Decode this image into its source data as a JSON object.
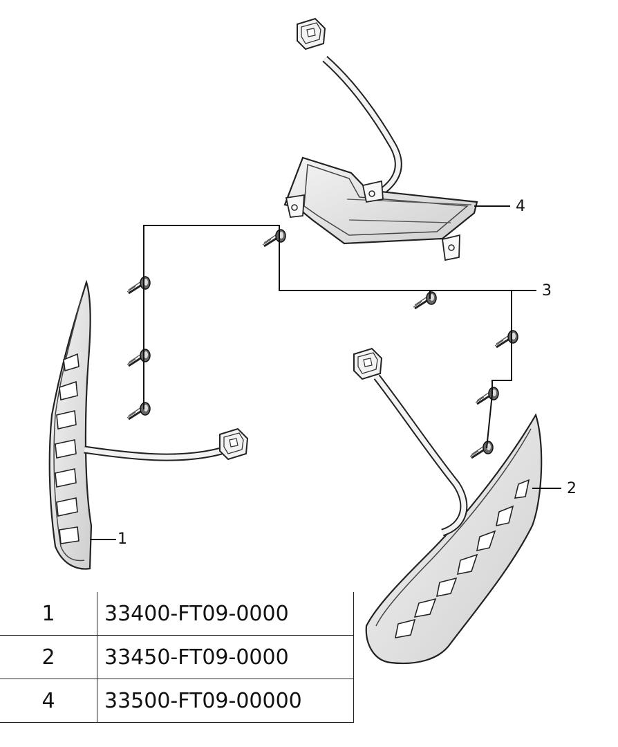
{
  "callouts": [
    "1",
    "2",
    "3",
    "4"
  ],
  "parts": [
    {
      "num": "1",
      "part_no": "33400-FT09-0000"
    },
    {
      "num": "2",
      "part_no": "33450-FT09-0000"
    },
    {
      "num": "4",
      "part_no": "33500-FT09-00000"
    }
  ]
}
